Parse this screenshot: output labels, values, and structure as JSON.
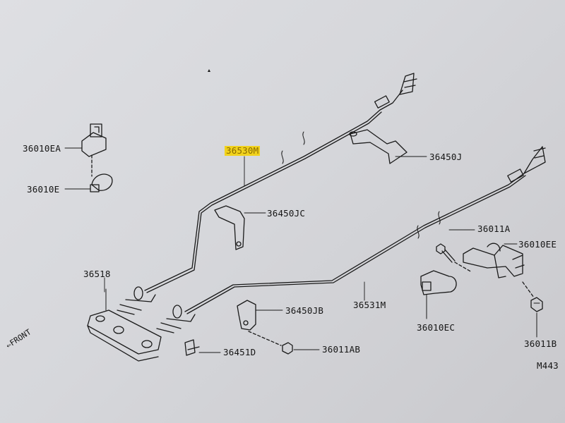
{
  "labels": {
    "p36010EA": "36010EA",
    "p36010E": "36010E",
    "p36530M": "36530M",
    "p36450J": "36450J",
    "p36450JC": "36450JC",
    "p36011A": "36011A",
    "p36010EE": "36010EE",
    "p36518": "36518",
    "p36531M": "36531M",
    "p36450JB": "36450JB",
    "p36010EC": "36010EC",
    "p36451D": "36451D",
    "p36011AB": "36011AB",
    "p36011B": "36011B",
    "front": "FRONT",
    "page_code": "M443"
  },
  "highlight_color": "#f1d21c",
  "line_color": "#1a1a1a"
}
